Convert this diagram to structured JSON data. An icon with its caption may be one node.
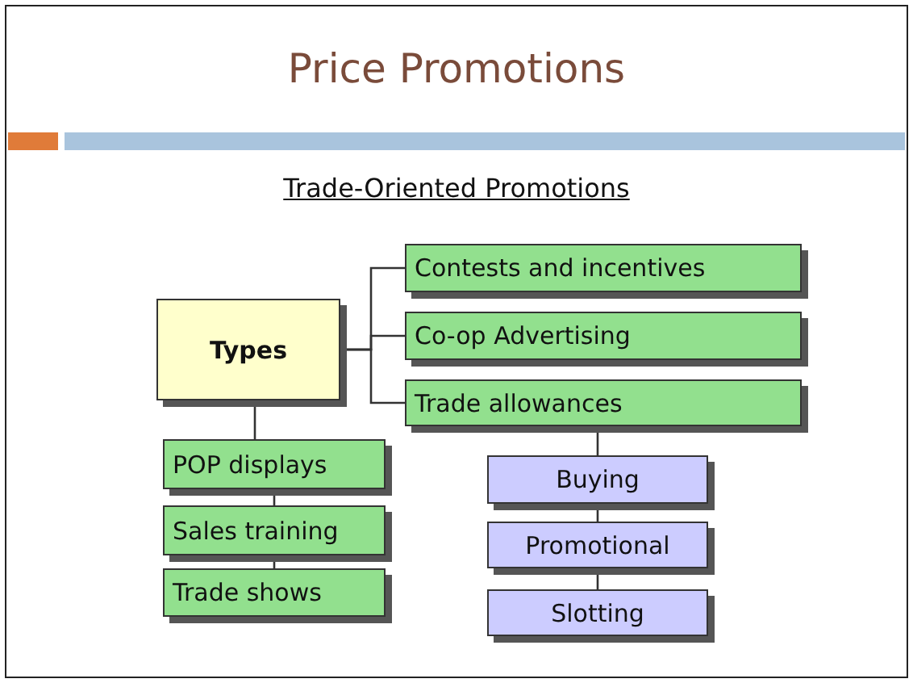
{
  "diagram": {
    "title": "Price Promotions",
    "nodes": [
      {
        "text": [
          "Types"
        ]
      },
      {
        "text": [
          "Contests and incentives"
        ]
      },
      {
        "text": [
          "Co-op Advertising"
        ]
      },
      {
        "text": [
          "Trade allowances"
        ]
      },
      {
        "text": [
          "POP displays"
        ]
      },
      {
        "text": [
          "Sales training"
        ]
      },
      {
        "text": [
          "Trade shows"
        ]
      },
      {
        "text": [
          "Buying"
        ]
      },
      {
        "text": [
          "Promotional"
        ]
      },
      {
        "text": [
          "Slotting"
        ]
      }
    ],
    "edges": [
      {
        "from": 0,
        "to": 1,
        "arrow": "none"
      },
      {
        "from": 0,
        "to": 2,
        "arrow": "none"
      },
      {
        "from": 0,
        "to": 3,
        "arrow": "none"
      },
      {
        "from": 0,
        "to": 4,
        "arrow": "none"
      },
      {
        "from": 4,
        "to": 5,
        "arrow": "none"
      },
      {
        "from": 5,
        "to": 6,
        "arrow": "none"
      },
      {
        "from": 3,
        "to": 7,
        "arrow": "none"
      },
      {
        "from": 7,
        "to": 8,
        "arrow": "none"
      },
      {
        "from": 8,
        "to": 9,
        "arrow": "none"
      }
    ],
    "labels": [
      "Trade-Oriented Promotions"
    ]
  }
}
